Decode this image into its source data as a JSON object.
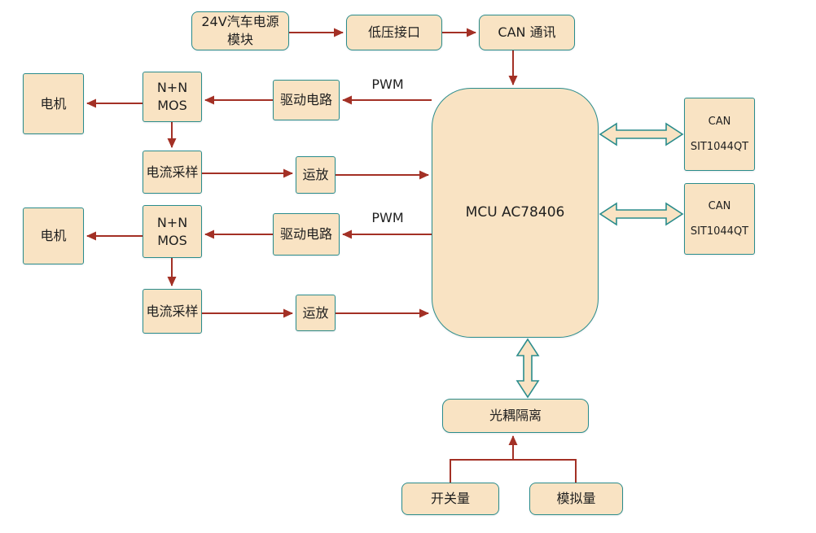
{
  "diagram_title": "MCU motor-control system block diagram",
  "colors": {
    "box_fill": "#f9e3c3",
    "box_border": "#2a8c8c",
    "arrow": "#a33025",
    "text": "#1f1f1f",
    "background": "#ffffff"
  },
  "nodes": {
    "power": {
      "label": "24V汽车电源\n模块"
    },
    "lv_interface": {
      "label": "低压接口"
    },
    "can_comm": {
      "label": "CAN 通讯"
    },
    "mcu": {
      "label": "MCU AC78406"
    },
    "motor1": {
      "label": "电机"
    },
    "mos1": {
      "label": "N+N\nMOS"
    },
    "drive1": {
      "label": "驱动电路"
    },
    "sample1": {
      "label": "电流采样"
    },
    "opamp1": {
      "label": "运放"
    },
    "motor2": {
      "label": "电机"
    },
    "mos2": {
      "label": "N+N\nMOS"
    },
    "drive2": {
      "label": "驱动电路"
    },
    "sample2": {
      "label": "电流采样"
    },
    "opamp2": {
      "label": "运放"
    },
    "can_transceiver1": {
      "label": "CAN\nSIT1044QT"
    },
    "can_transceiver2": {
      "label": "CAN\nSIT1044QT"
    },
    "opto_isolation": {
      "label": "光耦隔离"
    },
    "digital_input": {
      "label": "开关量"
    },
    "analog_input": {
      "label": "模拟量"
    }
  },
  "edge_labels": {
    "pwm1": "PWM",
    "pwm2": "PWM"
  }
}
